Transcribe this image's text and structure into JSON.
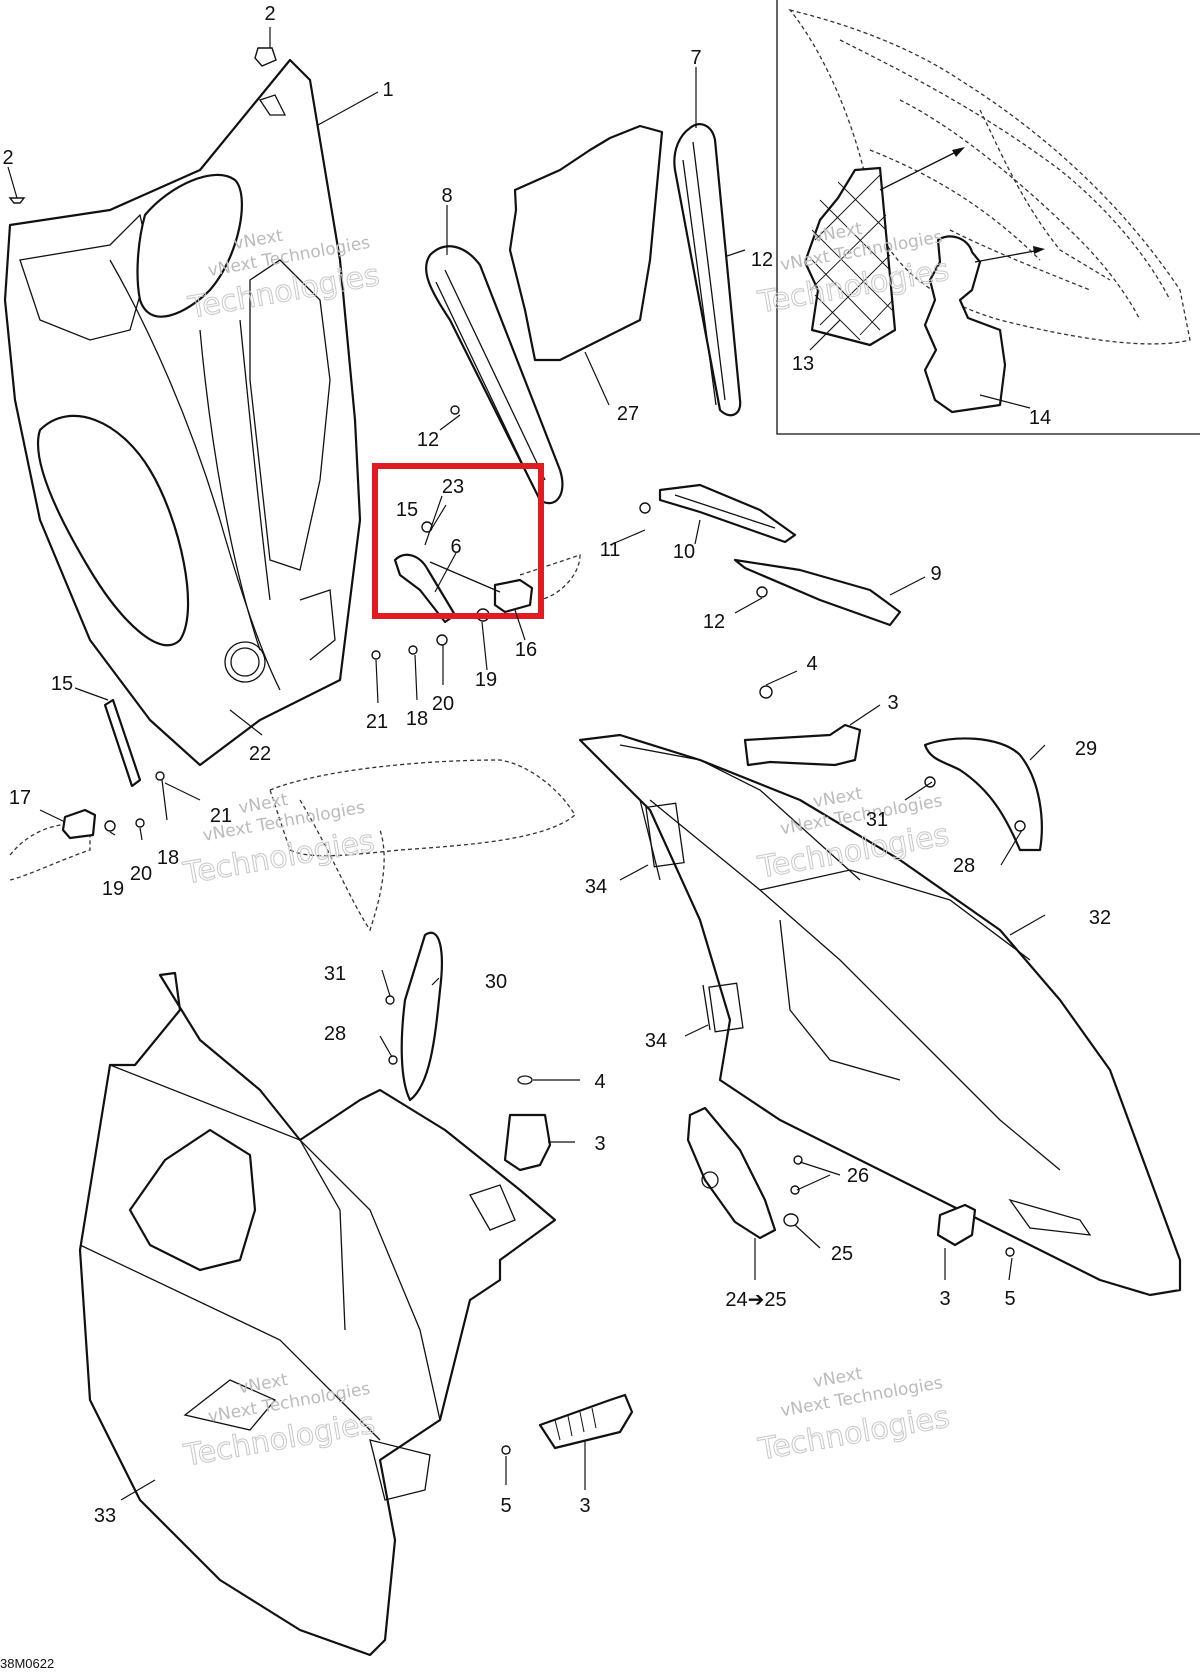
{
  "diagram": {
    "drawing_code": "38M0622",
    "watermark": {
      "brand": "vNext",
      "line1": "vNext Technologies",
      "line2": "Technologies"
    },
    "highlight_color": "#e11b22",
    "callouts": [
      {
        "id": "c1",
        "label": "1"
      },
      {
        "id": "c2a",
        "label": "2"
      },
      {
        "id": "c2b",
        "label": "2"
      },
      {
        "id": "c3a",
        "label": "3"
      },
      {
        "id": "c3b",
        "label": "3"
      },
      {
        "id": "c3c",
        "label": "3"
      },
      {
        "id": "c3d",
        "label": "3"
      },
      {
        "id": "c4a",
        "label": "4"
      },
      {
        "id": "c4b",
        "label": "4"
      },
      {
        "id": "c5a",
        "label": "5"
      },
      {
        "id": "c5b",
        "label": "5"
      },
      {
        "id": "c6",
        "label": "6"
      },
      {
        "id": "c7",
        "label": "7"
      },
      {
        "id": "c8",
        "label": "8"
      },
      {
        "id": "c9",
        "label": "9"
      },
      {
        "id": "c10",
        "label": "10"
      },
      {
        "id": "c11",
        "label": "11"
      },
      {
        "id": "c12a",
        "label": "12"
      },
      {
        "id": "c12b",
        "label": "12"
      },
      {
        "id": "c12c",
        "label": "12"
      },
      {
        "id": "c13",
        "label": "13"
      },
      {
        "id": "c14",
        "label": "14"
      },
      {
        "id": "c15a",
        "label": "15"
      },
      {
        "id": "c15b",
        "label": "15"
      },
      {
        "id": "c16",
        "label": "16"
      },
      {
        "id": "c17",
        "label": "17"
      },
      {
        "id": "c18a",
        "label": "18"
      },
      {
        "id": "c18b",
        "label": "18"
      },
      {
        "id": "c19a",
        "label": "19"
      },
      {
        "id": "c19b",
        "label": "19"
      },
      {
        "id": "c20a",
        "label": "20"
      },
      {
        "id": "c20b",
        "label": "20"
      },
      {
        "id": "c21a",
        "label": "21"
      },
      {
        "id": "c21b",
        "label": "21"
      },
      {
        "id": "c22",
        "label": "22"
      },
      {
        "id": "c23",
        "label": "23"
      },
      {
        "id": "c24",
        "label": "24➔25"
      },
      {
        "id": "c25",
        "label": "25"
      },
      {
        "id": "c26",
        "label": "26"
      },
      {
        "id": "c27",
        "label": "27"
      },
      {
        "id": "c28a",
        "label": "28"
      },
      {
        "id": "c28b",
        "label": "28"
      },
      {
        "id": "c29",
        "label": "29"
      },
      {
        "id": "c30",
        "label": "30"
      },
      {
        "id": "c31a",
        "label": "31"
      },
      {
        "id": "c31b",
        "label": "31"
      },
      {
        "id": "c32",
        "label": "32"
      },
      {
        "id": "c33",
        "label": "33"
      },
      {
        "id": "c34a",
        "label": "34"
      },
      {
        "id": "c34b",
        "label": "34"
      }
    ]
  }
}
